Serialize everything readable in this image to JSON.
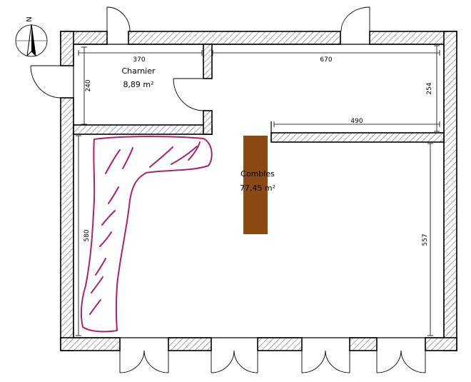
{
  "compass": {
    "label": "N"
  },
  "rooms": [
    {
      "name": "Charnier",
      "area": "8,89 m²"
    },
    {
      "name": "Combles",
      "area": "77,45 m²"
    }
  ],
  "dimensions": [
    "370",
    "670",
    "240",
    "254",
    "490",
    "580",
    "557"
  ],
  "colors": {
    "wall_stroke": "#000000",
    "hatch": "#555555",
    "beam": "#8b4a12",
    "sketch": "#b0206a"
  }
}
